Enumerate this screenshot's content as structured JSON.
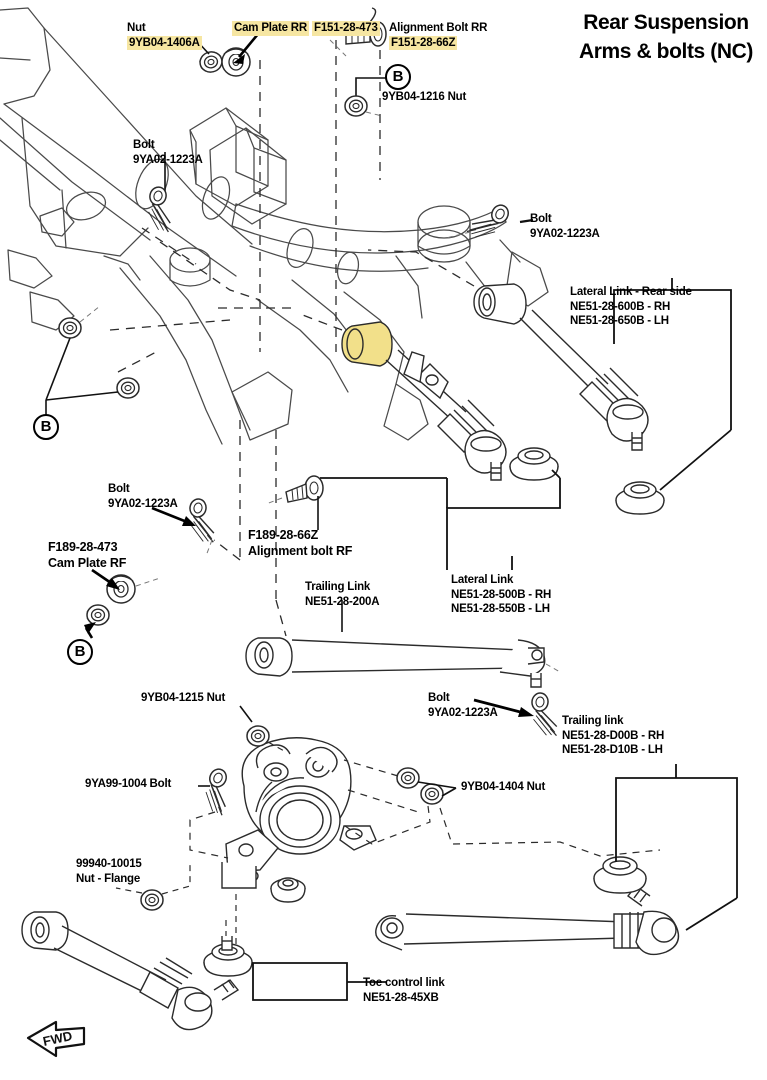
{
  "title": {
    "line1": "Rear Suspension",
    "line2": "Arms & bolts (NC)"
  },
  "colors": {
    "highlight": "#f6e6a2",
    "ink": "#000000",
    "line": "#3a3a3a",
    "background": "#ffffff"
  },
  "markers": {
    "b_top": "B",
    "b_left": "B",
    "b_cam_rf": "B",
    "fwd": "FWD"
  },
  "callouts": {
    "nut_rr": {
      "name": "Nut",
      "part": "9YB04-1406A",
      "highlighted": true
    },
    "cam_plate_rr": {
      "name": "Cam Plate RR",
      "part": "F151-28-473",
      "highlighted": true
    },
    "alignment_bolt_rr": {
      "name": "Alignment Bolt RR",
      "part": "F151-28-66Z",
      "highlighted": true
    },
    "nut_1216": {
      "text": "9YB04-1216 Nut"
    },
    "bolt_upper_left": {
      "name": "Bolt",
      "part": "9YA02-1223A"
    },
    "bolt_upper_right": {
      "name": "Bolt",
      "part": "9YA02-1223A"
    },
    "lateral_link_rear": {
      "name": "Lateral Link - Rear side",
      "part_rh": "NE51-28-600B - RH",
      "part_lh": "NE51-28-650B - LH"
    },
    "bolt_mid_left": {
      "name": "Bolt",
      "part": "9YA02-1223A"
    },
    "cam_plate_rf": {
      "part": "F189-28-473",
      "name": "Cam Plate RF"
    },
    "alignment_bolt_rf": {
      "part": "F189-28-66Z",
      "name": "Alignment bolt RF"
    },
    "trailing_link_top": {
      "name": "Trailing Link",
      "part": "NE51-28-200A"
    },
    "lateral_link": {
      "name": "Lateral Link",
      "part_rh": "NE51-28-500B - RH",
      "part_lh": "NE51-28-550B - LH"
    },
    "nut_1215": {
      "text": "9YB04-1215 Nut"
    },
    "bolt_trailing": {
      "name": "Bolt",
      "part": "9YA02-1223A"
    },
    "trailing_link_lower": {
      "name": "Trailing link",
      "part_rh": "NE51-28-D00B - RH",
      "part_lh": "NE51-28-D10B - LH"
    },
    "bolt_99_1004": {
      "text": "9YA99-1004 Bolt"
    },
    "nut_1404": {
      "text": "9YB04-1404 Nut"
    },
    "nut_flange": {
      "part": "99940-10015",
      "name": "Nut - Flange"
    },
    "toe_control_link": {
      "name": "Toe control link",
      "part": "NE51-28-45XB"
    }
  }
}
